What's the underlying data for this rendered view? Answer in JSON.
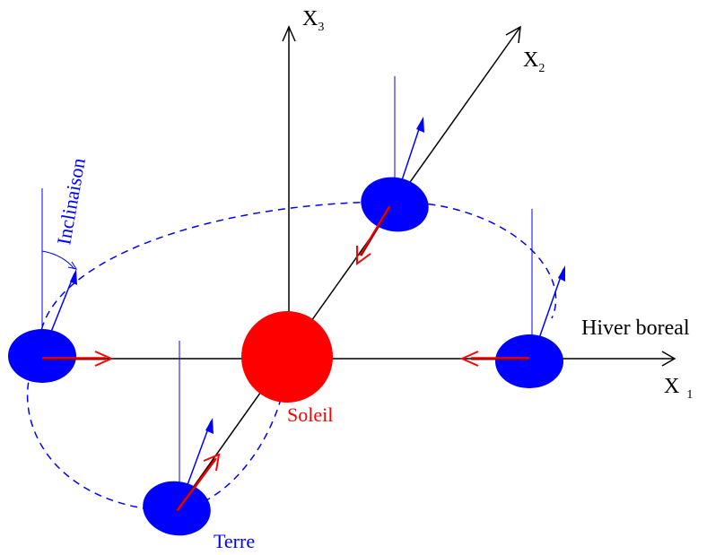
{
  "axes": {
    "x1": {
      "letter": "X",
      "sub": "1"
    },
    "x2": {
      "letter": "X",
      "sub": "2"
    },
    "x3": {
      "letter": "X",
      "sub": "3"
    }
  },
  "labels": {
    "sun": "Soleil",
    "earth": "Terre",
    "season": "Hiver boreal",
    "tilt": "Inclinaison"
  },
  "colors": {
    "sun": "#ff0000",
    "earth": "#0000ff",
    "arrow_red": "#ff0000",
    "line": "#000000"
  }
}
